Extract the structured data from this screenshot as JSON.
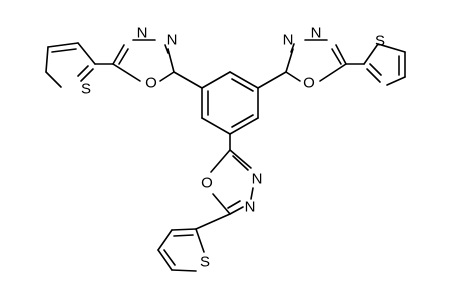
{
  "atom_labels": {
    "n1a": "N",
    "n1b": "N",
    "o1": "O",
    "s1": "S",
    "n2a": "N",
    "n2b": "N",
    "o2": "O",
    "s2": "S",
    "n3a": "N",
    "n3b": "N",
    "o3": "O",
    "s3": "S"
  }
}
